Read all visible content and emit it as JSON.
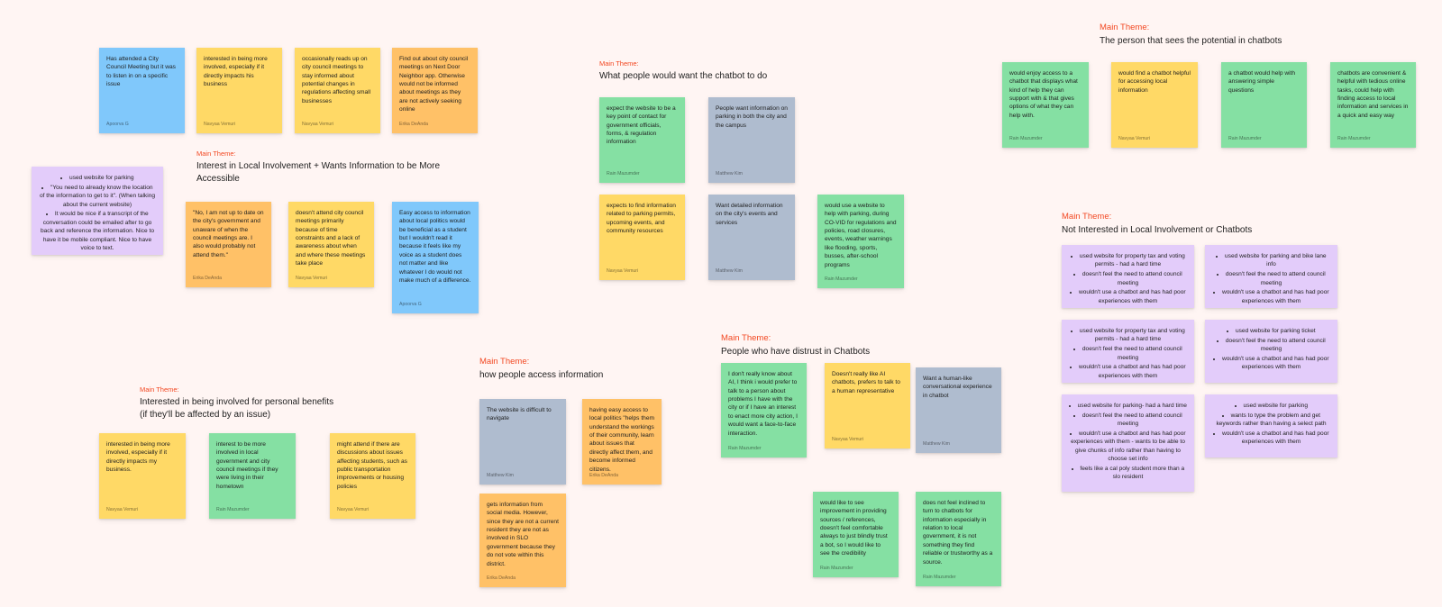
{
  "themes": {
    "local_involvement": {
      "label": "Main Theme:",
      "title": "Interest in Local Involvement + Wants Information to be More Accessible"
    },
    "chatbot_wants": {
      "label": "Main Theme:",
      "title": "What people would want the chatbot to do"
    },
    "potential": {
      "label": "Main Theme:",
      "title": "The person that sees the potential in chatbots"
    },
    "not_interested": {
      "label": "Main Theme:",
      "title": "Not Interested in Local Involvement or Chatbots"
    },
    "distrust": {
      "label": "Main Theme:",
      "title": "People who have distrust in Chatbots"
    },
    "access_info": {
      "label": "Main Theme:",
      "title": "how people access information"
    },
    "personal_benefits": {
      "label": "Main Theme:",
      "title": "Interested in being involved for personal benefits\n(if they'll be affected by an issue)"
    }
  },
  "notes": [
    {
      "id": "n1",
      "color": "#80c8fb",
      "text": "Has attended a City Council Meeting but it was to listen in on a specific issue",
      "author": "Apoorva G"
    },
    {
      "id": "n2",
      "color": "#ffd966",
      "text": "interested in being more involved, especially if it directly impacts his business",
      "author": "Navyaa Vemuri"
    },
    {
      "id": "n3",
      "color": "#ffd966",
      "text": "occasionally reads up on city council meetings to stay informed about potential changes in regulations affecting small businesses",
      "author": "Navyaa Vemuri"
    },
    {
      "id": "n4",
      "color": "#ffc167",
      "text": "Find out about city council meetings on Next Door Neighbor app. Otherwise would not be informed about meetings as they are not actively seeking online",
      "author": "Erika DeAnda"
    },
    {
      "id": "n5",
      "color": "#ffc167",
      "text": "\"No,  I am not up to date on the city's government and unaware of when the council meetings are. I also would probably not attend them.\"",
      "author": "Erika DeAnda"
    },
    {
      "id": "n6",
      "color": "#ffd966",
      "text": "doesn't attend city council meetings primarily because of time constraints and a lack of awareness about when and where these meetings take place",
      "author": "Navyaa Vemuri"
    },
    {
      "id": "n7",
      "color": "#80c8fb",
      "text": "Easy access to information about local politics would be beneficial as a student but I wouldn't read it because it feels like my voice as a student does not matter and like whatever I do would not make much of a difference.",
      "author": "Apoorva G"
    },
    {
      "id": "n8",
      "color": "#85e0a3",
      "text": "expect the website to be a key point of contact for government officials, forms, & regulation information",
      "author": "Rain Mazumder"
    },
    {
      "id": "n9",
      "color": "#afbccf",
      "text": "People want information on parking in both the city and the campus",
      "author": "Matthew Kim"
    },
    {
      "id": "n10",
      "color": "#ffd966",
      "text": "expects to find information related to parking permits, upcoming events, and community resources",
      "author": "Navyaa Vemuri"
    },
    {
      "id": "n11",
      "color": "#afbccf",
      "text": "Want detailed information on the city's events and services",
      "author": "Matthew Kim"
    },
    {
      "id": "n12",
      "color": "#85e0a3",
      "text": "would use a website to help with parking, during CO-VID for regulations and policies, road closures, events, weather warnings like flooding, sports, busses, after-school programs",
      "author": "Rain Mazumder"
    },
    {
      "id": "n13",
      "color": "#85e0a3",
      "text": "would enjoy access to a chatbot that displays what kind of help they can support with & that gives options of what they can help with.",
      "author": "Rain Mazumder"
    },
    {
      "id": "n14",
      "color": "#ffd966",
      "text": "would find a chatbot helpful for accessing local information",
      "author": "Navyaa Vemuri"
    },
    {
      "id": "n15",
      "color": "#85e0a3",
      "text": "a chatbot would help with answering simple questions",
      "author": "Rain Mazumder"
    },
    {
      "id": "n16",
      "color": "#85e0a3",
      "text": "chatbots are convenient & helpful with tedious online tasks, could help with finding access to local information and services in a quick and easy way",
      "author": "Rain Mazumder"
    },
    {
      "id": "n17",
      "color": "#85e0a3",
      "text": "I don't really know about AI, I think i would prefer to talk to a person about problems I have with the city or if I have an interest to enact more city action, I would want a face-to-face interaction.",
      "author": "Rain Mazumder"
    },
    {
      "id": "n18",
      "color": "#ffd966",
      "text": "Doesn't really like AI chatbots, prefers to talk to a human representative",
      "author": "Navyaa Vemuri"
    },
    {
      "id": "n19",
      "color": "#afbccf",
      "text": "Want a human-like conversational experience in chatbot",
      "author": "Matthew Kim"
    },
    {
      "id": "n20",
      "color": "#85e0a3",
      "text": "would like to see improvement in providing sources / references, doesn't feel comfortable always to just blindly trust a bot, so I would like to see the credibility",
      "author": "Rain Mazumder"
    },
    {
      "id": "n21",
      "color": "#85e0a3",
      "text": "does not feel inclined to turn to chatbots for information especially in relation to local government, it is not something they find reliable or trustworthy as a source.",
      "author": "Rain Mazumder"
    },
    {
      "id": "n22",
      "color": "#afbccf",
      "text": "The website is difficult to navigate",
      "author": "Matthew Kim"
    },
    {
      "id": "n23",
      "color": "#ffc167",
      "text": "having easy access to local politics \"helps them understand the workings of their community, learn about issues that directly affect them, and become informed citizens.",
      "author": "Erika DeAnda"
    },
    {
      "id": "n24",
      "color": "#ffc167",
      "text": "gets information from social media. However, since they are not a current resident they are not as involved in SLO government because they do not vote within this district.",
      "author": "Erika DeAnda"
    },
    {
      "id": "n25",
      "color": "#ffd966",
      "text": "interested in being more involved, especially if it directly impacts my business.",
      "author": "Navyaa Vemuri"
    },
    {
      "id": "n26",
      "color": "#85e0a3",
      "text": "interest to be more involved in local government and city council meetings if they were living in their hometown",
      "author": "Rain Mazumder"
    },
    {
      "id": "n27",
      "color": "#ffd966",
      "text": "might attend if there are discussions about issues affecting students, such as public transportation improvements or housing policies",
      "author": "Navyaa Vemuri"
    }
  ],
  "lists": [
    {
      "id": "p1",
      "color": "#e3ccfa",
      "items": [
        "used website for parking",
        "\"You need to already know the location of the information to get to it\". (When talking about the current website)",
        "It would be nice if a transcript of the conversation could be emailed after to go back and reference the information. Nice to have it be mobile compliant. Nice to have voice to text."
      ]
    },
    {
      "id": "p2",
      "color": "#e3ccfa",
      "items": [
        "used website for property tax and voting permits - had a hard time",
        "doesn't feel the need to attend council meeting",
        "wouldn't use a chatbot and has had poor experiences with them"
      ]
    },
    {
      "id": "p3",
      "color": "#e3ccfa",
      "items": [
        "used website for parking and bike lane info",
        "doesn't feel the need to attend council meeting",
        "wouldn't use a chatbot and has had poor experiences with them"
      ]
    },
    {
      "id": "p4",
      "color": "#e3ccfa",
      "items": [
        "used website for property tax and voting permits - had a hard time",
        "doesn't feel the need to attend council meeting",
        "wouldn't use a chatbot and has had poor experiences with them"
      ]
    },
    {
      "id": "p5",
      "color": "#e3ccfa",
      "items": [
        "used website for parking ticket",
        "doesn't feel the need to attend council meeting",
        "wouldn't use a chatbot and has had poor experiences with them"
      ]
    },
    {
      "id": "p6",
      "color": "#e3ccfa",
      "items": [
        "used website for parking- had a hard time",
        "doesn't feel the need to attend council meeting",
        "wouldn't use a chatbot and has had poor experiences with them - wants to be able to give chunks of info rather than having to choose set info",
        "feels like a cal poly student more than a slo resident"
      ]
    },
    {
      "id": "p7",
      "color": "#e3ccfa",
      "items": [
        "used website for parking",
        "wants to type the problem and get keywords rather than having a select path",
        "wouldn't use a chatbot and has had poor experiences with them"
      ]
    }
  ]
}
